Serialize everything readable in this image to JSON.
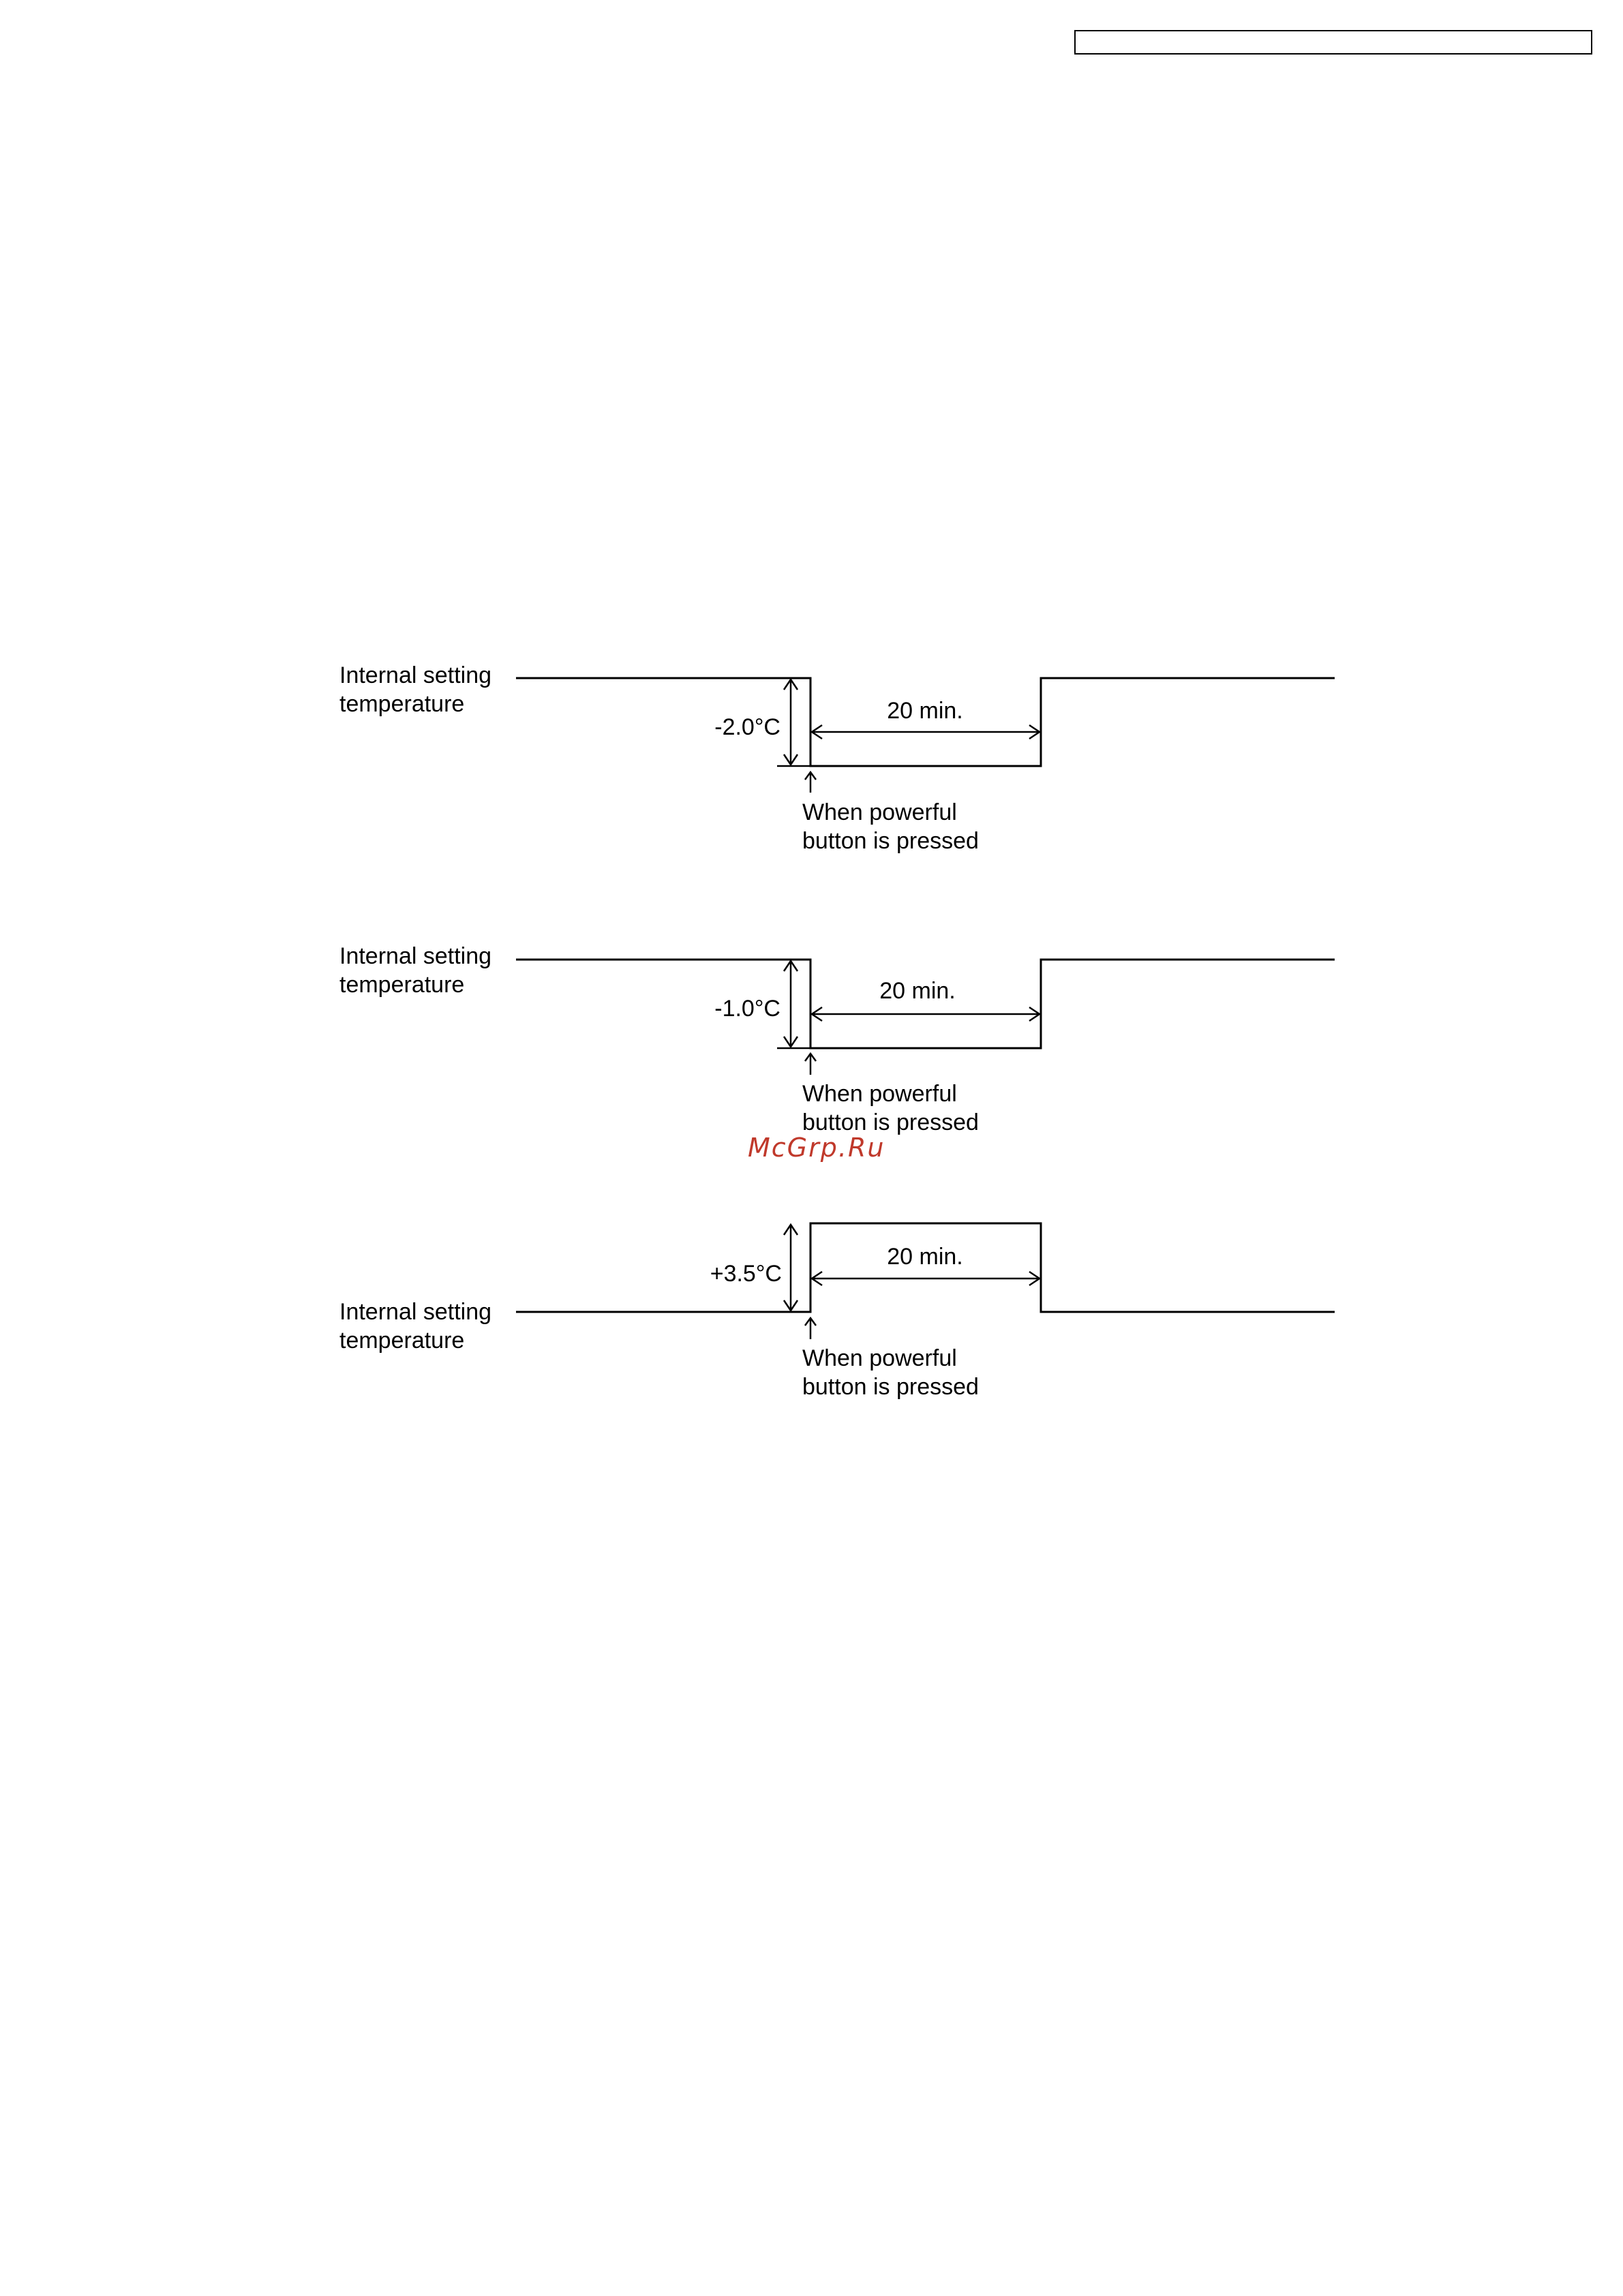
{
  "header": {
    "reference_box_text": ""
  },
  "diagrams": [
    {
      "label_line1": "Internal setting",
      "label_line2": "temperature",
      "offset": "-2.0°C",
      "duration": "20 min.",
      "note_line1": "When powerful",
      "note_line2": "button is pressed"
    },
    {
      "label_line1": "Internal setting",
      "label_line2": "temperature",
      "offset": "-1.0°C",
      "duration": "20 min.",
      "note_line1": "When powerful",
      "note_line2": "button is pressed"
    },
    {
      "label_line1": "Internal setting",
      "label_line2": "temperature",
      "offset": "+3.5°C",
      "duration": "20 min.",
      "note_line1": "When powerful",
      "note_line2": "button is pressed"
    }
  ],
  "watermark": {
    "text": "McGrp.Ru"
  }
}
